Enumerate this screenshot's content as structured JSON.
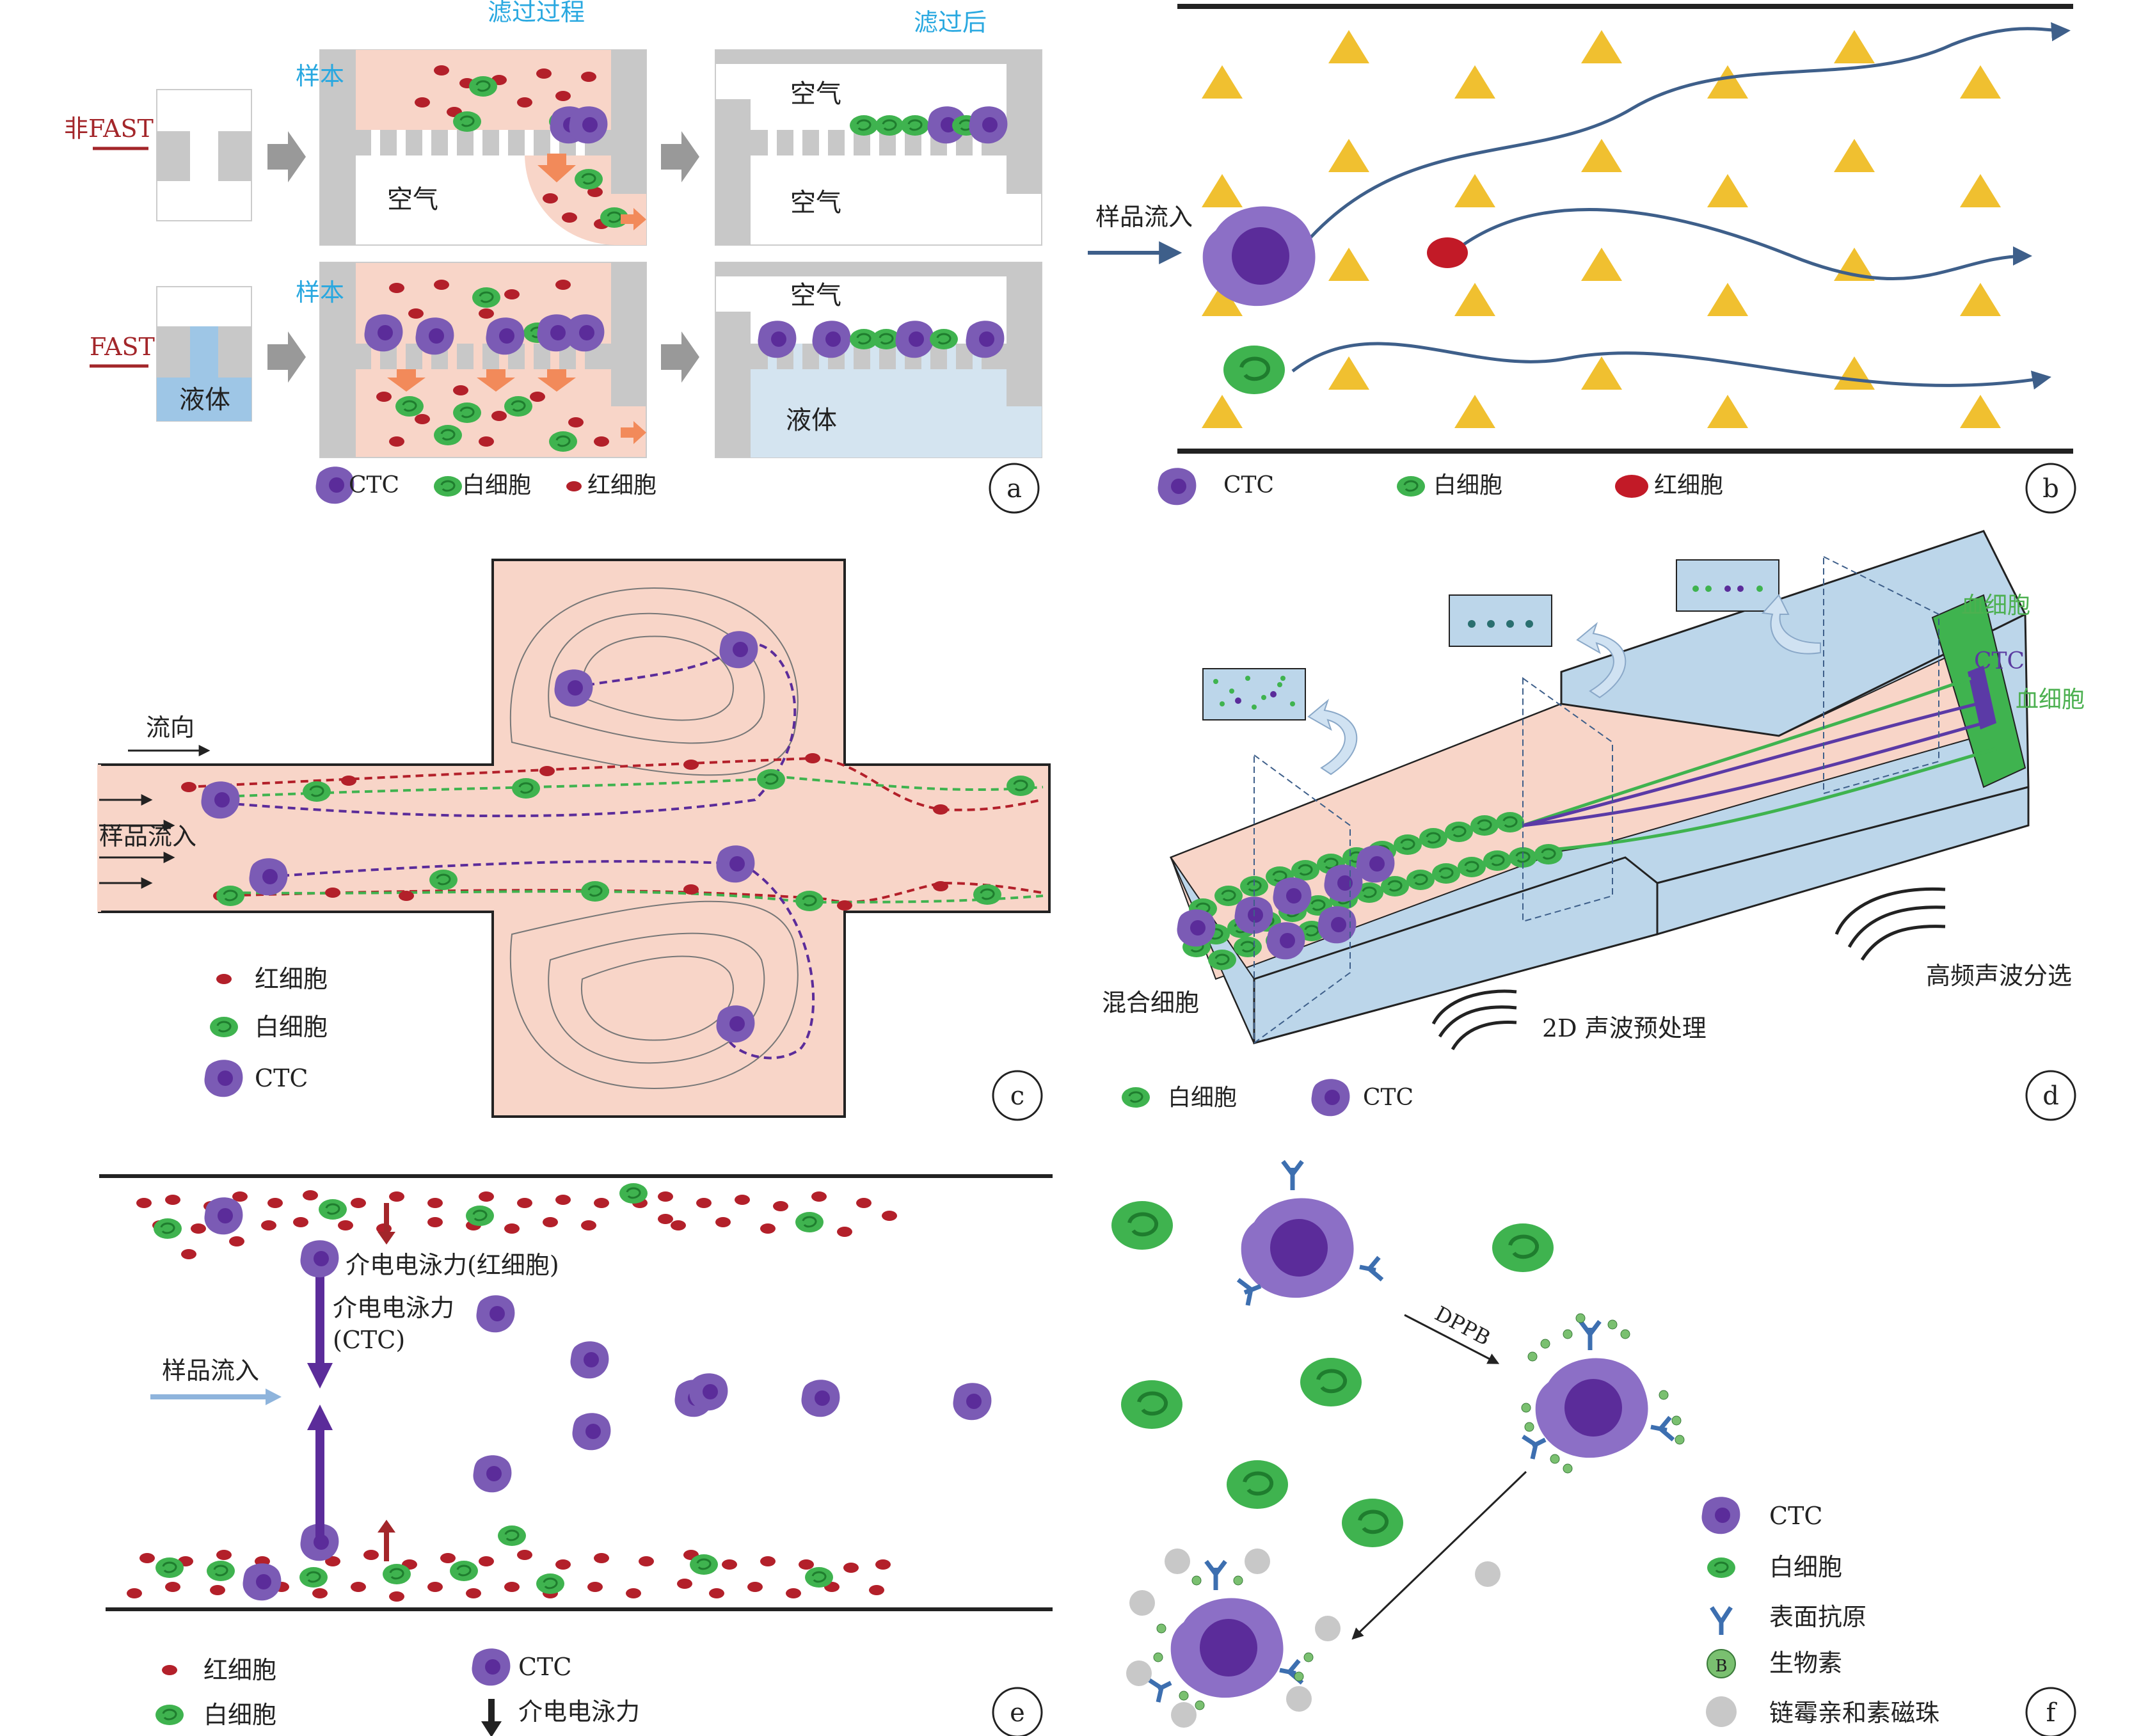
{
  "panels": {
    "a": {
      "letter": "a",
      "filtering_title": "滤过过程",
      "after_title": "滤过后",
      "non_fast": "非FAST",
      "fast": "FAST",
      "sample": "样本",
      "air": "空气",
      "liquid": "液体",
      "legend": {
        "ctc": "CTC",
        "wbc": "白细胞",
        "rbc": "红细胞"
      }
    },
    "b": {
      "letter": "b",
      "inflow": "样品流入",
      "legend": {
        "ctc": "CTC",
        "wbc": "白细胞",
        "rbc": "红细胞"
      }
    },
    "c": {
      "letter": "c",
      "flow_direction": "流向",
      "inflow": "样品流入",
      "legend": {
        "rbc": "红细胞",
        "wbc": "白细胞",
        "ctc": "CTC"
      }
    },
    "d": {
      "letter": "d",
      "blood_cells_top": "血细胞",
      "ctc": "CTC",
      "blood_cells_bottom": "血细胞",
      "mixed_cells": "混合细胞",
      "pretreatment": "2D 声波预处理",
      "hf_sorting": "高频声波分选",
      "legend": {
        "wbc": "白细胞",
        "ctc": "CTC"
      }
    },
    "e": {
      "letter": "e",
      "dep_rbc": "介电电泳力(红细胞)",
      "dep_ctc_1": "介电电泳力",
      "dep_ctc_2": "(CTC)",
      "inflow": "样品流入",
      "legend": {
        "rbc": "红细胞",
        "wbc": "白细胞",
        "ctc": "CTC",
        "dep": "介电电泳力"
      }
    },
    "f": {
      "letter": "f",
      "dppb": "DPPB",
      "biotin_mark": "B",
      "legend": {
        "ctc": "CTC",
        "wbc": "白细胞",
        "antigen": "表面抗原",
        "biotin": "生物素",
        "beads": "链霉亲和素磁珠"
      }
    }
  },
  "colors": {
    "ctc": "#7b5bb5",
    "ctc_nucleus": "#5b2c9a",
    "wbc": "#3fb34f",
    "rbc": "#b3202a",
    "pink": "#f8d5c8",
    "gray": "#c8c8c8",
    "liquid": "#d4e4f0",
    "label_blue": "#29a8e0",
    "label_red": "#a3262a",
    "label_green": "#4cb050",
    "ctc_text": "#5a3aa0",
    "antigen": "#3d6fb0",
    "triangle": "#f0c030"
  }
}
